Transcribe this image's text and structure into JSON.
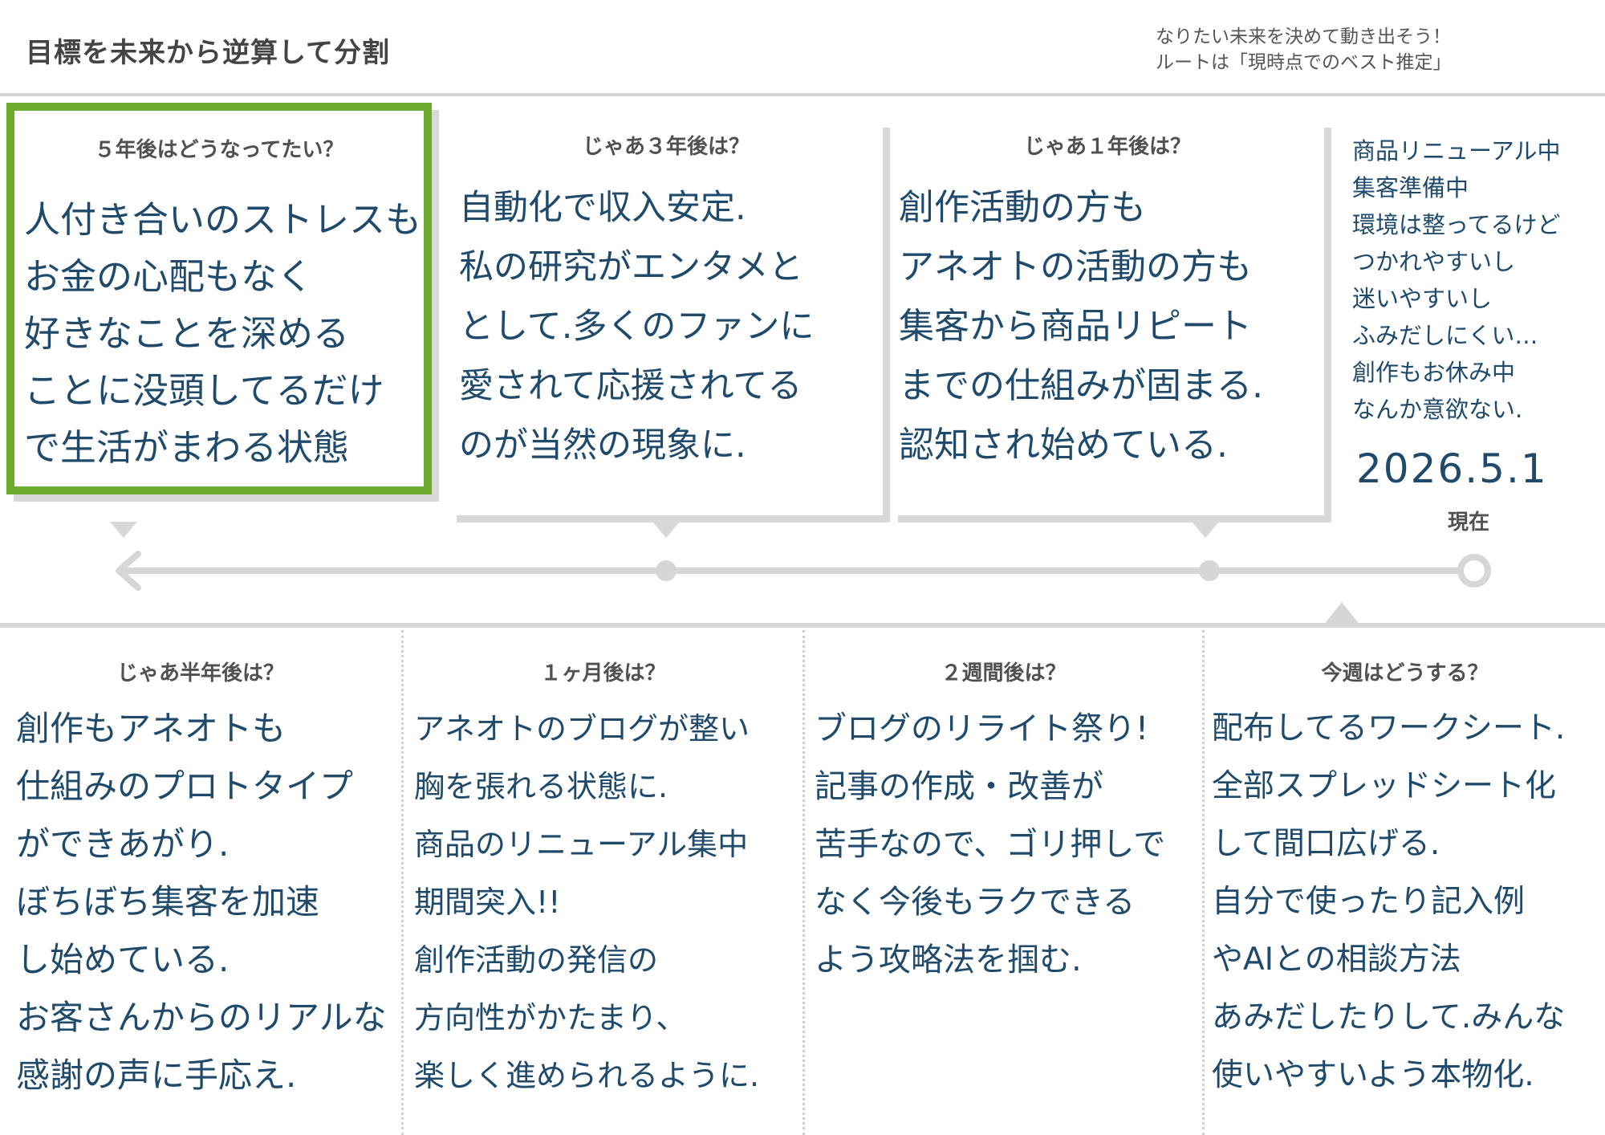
{
  "header": {
    "title": "目標を未来から逆算して分割",
    "subtitle_line1": "なりたい未来を決めて動き出そう！",
    "subtitle_line2": "ルートは「現時点でのベスト推定」"
  },
  "top_panels": [
    {
      "question": "５年後はどうなってたい？",
      "text": "人付き合いのストレスも\nお金の心配もなく\n好きなことを深める\nことに没頭してるだけ\nで生活がまわる状態"
    },
    {
      "question": "じゃあ３年後は？",
      "text": "自動化で収入安定.\n私の研究がエンタメと\nとして.多くのファンに\n愛されて応援されてる\nのが当然の現象に."
    },
    {
      "question": "じゃあ１年後は？",
      "text": "創作活動の方も\nアネオトの活動の方も\n集客から商品リピート\nまでの仕組みが固まる.\n認知され始めている."
    }
  ],
  "current": {
    "text": "商品リニューアル中\n集客準備中\n環境は整ってるけど\nつかれやすいし\n迷いやすいし\nふみだしにくい…\n創作もお休み中\nなんか意欲ない.",
    "date": "2026.5.1",
    "label": "現在"
  },
  "bottom_panels": [
    {
      "question": "じゃあ半年後は？",
      "text": "創作もアネオトも\n仕組みのプロトタイプ\nができあがり.\nぼちぼち集客を加速\nし始めている.\nお客さんからのリアルな\n感謝の声に手応え."
    },
    {
      "question": "１ヶ月後は？",
      "text": "アネオトのブログが整い\n胸を張れる状態に.\n商品のリニューアル集中\n期間突入!!\n創作活動の発信の\n方向性がかたまり、\n楽しく進められるように."
    },
    {
      "question": "２週間後は？",
      "text": "ブログのリライト祭り!\n記事の作成・改善が\n苦手なので、ゴリ押しで\nなく今後もラクできる\nよう攻略法を掴む."
    },
    {
      "question": "今週はどうする？",
      "text": "配布してるワークシート.\n全部スプレッドシート化\nして間口広げる.\n自分で使ったり記入例\nやAIとの相談方法\nあみだしたりして.みんな\n使いやすいよう本物化."
    }
  ],
  "colors": {
    "highlight_border": "#6aaa2c",
    "handwriting": "#1f4a6b",
    "timeline": "#d6d6d6"
  },
  "icons": {
    "timeline_start": "arrow-left-icon",
    "timeline_now": "circle-marker-icon"
  }
}
